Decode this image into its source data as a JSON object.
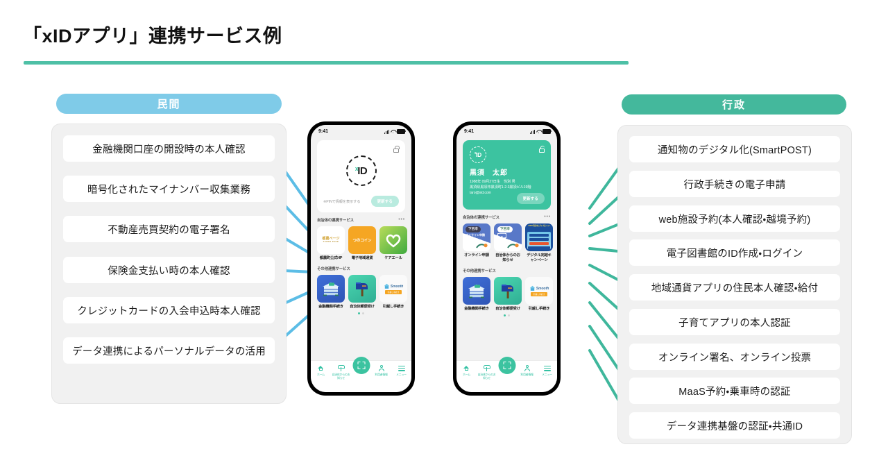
{
  "title": "「xIDアプリ」連携サービス例",
  "colors": {
    "private_blue": "#7fcbe8",
    "gov_teal": "#44b89c",
    "rule_teal": "#4ec0a6",
    "wire_blue": "#5cbde6",
    "wire_teal": "#3fb79c",
    "card_green": "#3cc3a0"
  },
  "private": {
    "header": "民間",
    "items": [
      "金融機関口座の開設時の本人確認",
      "暗号化されたマイナンバー収集業務",
      "不動産売買契約の電子署名",
      "保険金支払い時の本人確認",
      "クレジットカードの入会申込時本人確認",
      "データ連携によるパーソナルデータの活用"
    ]
  },
  "government": {
    "header": "行政",
    "items": [
      "通知物のデジタル化(SmartPOST)",
      "行政手続きの電子申請",
      "web施設予約(本人確認・越境予約)",
      "電子図書館のID作成・ログイン",
      "地域通貨アプリの住民本人確認・給付",
      "子育てアプリの本人認証",
      "オンライン署名、オンライン投票",
      "MaaS予約・乗車時の認証",
      "データ連携基盤の認証・共通ID"
    ]
  },
  "phone_locked": {
    "status_time": "9:41",
    "card": {
      "logo_x": "x",
      "logo_id": "ID",
      "pin_note": "※PINで情報を表示する",
      "refresh_label": "更新する"
    },
    "section_local": {
      "title": "自治体の連携サービス",
      "more": "•••",
      "tiles": [
        {
          "label": "都農町公式HP",
          "art": "tsuno-hp",
          "logo": "都農ページ",
          "logo_sub": "TSUNO PAGE"
        },
        {
          "label": "電子地域通貨",
          "art": "tsuno-coin",
          "logo": "つのコイン"
        },
        {
          "label": "ケアエール",
          "art": "care-heart"
        }
      ]
    },
    "section_other": {
      "title": "その他連携サービス",
      "tiles": [
        {
          "label": "金融機関手続き",
          "art": "bank-icon"
        },
        {
          "label": "自治体郵便受け",
          "art": "mailbox-icon"
        },
        {
          "label": "引越し手続き",
          "art": "smooth-logo",
          "logo": "Smooth"
        }
      ]
    },
    "nav": [
      {
        "label": "ホーム",
        "icon": "home-icon"
      },
      {
        "label": "自治体からのお知らせ",
        "icon": "mailbox-icon"
      },
      {
        "label": "",
        "icon": "scan-icon"
      },
      {
        "label": "利用者情報",
        "icon": "user-icon"
      },
      {
        "label": "メニュー",
        "icon": "menu-icon"
      }
    ]
  },
  "phone_unlocked": {
    "status_time": "9:41",
    "card": {
      "logo_x": "x",
      "logo_id": "ID",
      "name": "黒須　太郎",
      "birth": "1988年 09月27日生　性別 男",
      "address": "黒須県黒須市黒須町1-2-3黒須ビル19階",
      "email": "taro@xid.com",
      "refresh_label": "更新する"
    },
    "section_local": {
      "title": "自治体の連携サービス",
      "more": "•••",
      "tiles": [
        {
          "label": "オンライン申請",
          "art": "gero-online",
          "badge": "下呂市",
          "sub": "オンライン申請"
        },
        {
          "label": "自治体からのお知らせ",
          "art": "gero-mail",
          "badge": "下呂市"
        },
        {
          "label": "デジタル完結キャンペーン",
          "art": "campaign-banner",
          "headline": "1000円分をプレゼント!"
        }
      ]
    },
    "section_other": {
      "title": "その他連携サービス",
      "tiles": [
        {
          "label": "金融機関手続き",
          "art": "bank-icon"
        },
        {
          "label": "自治体郵便受け",
          "art": "mailbox-icon"
        },
        {
          "label": "引越し手続き",
          "art": "smooth-logo",
          "logo": "Smooth"
        }
      ]
    },
    "nav": [
      {
        "label": "ホーム",
        "icon": "home-icon"
      },
      {
        "label": "自治体からのお知らせ",
        "icon": "mailbox-icon"
      },
      {
        "label": "",
        "icon": "scan-icon"
      },
      {
        "label": "利用者情報",
        "icon": "user-icon"
      },
      {
        "label": "メニュー",
        "icon": "menu-icon"
      }
    ]
  }
}
